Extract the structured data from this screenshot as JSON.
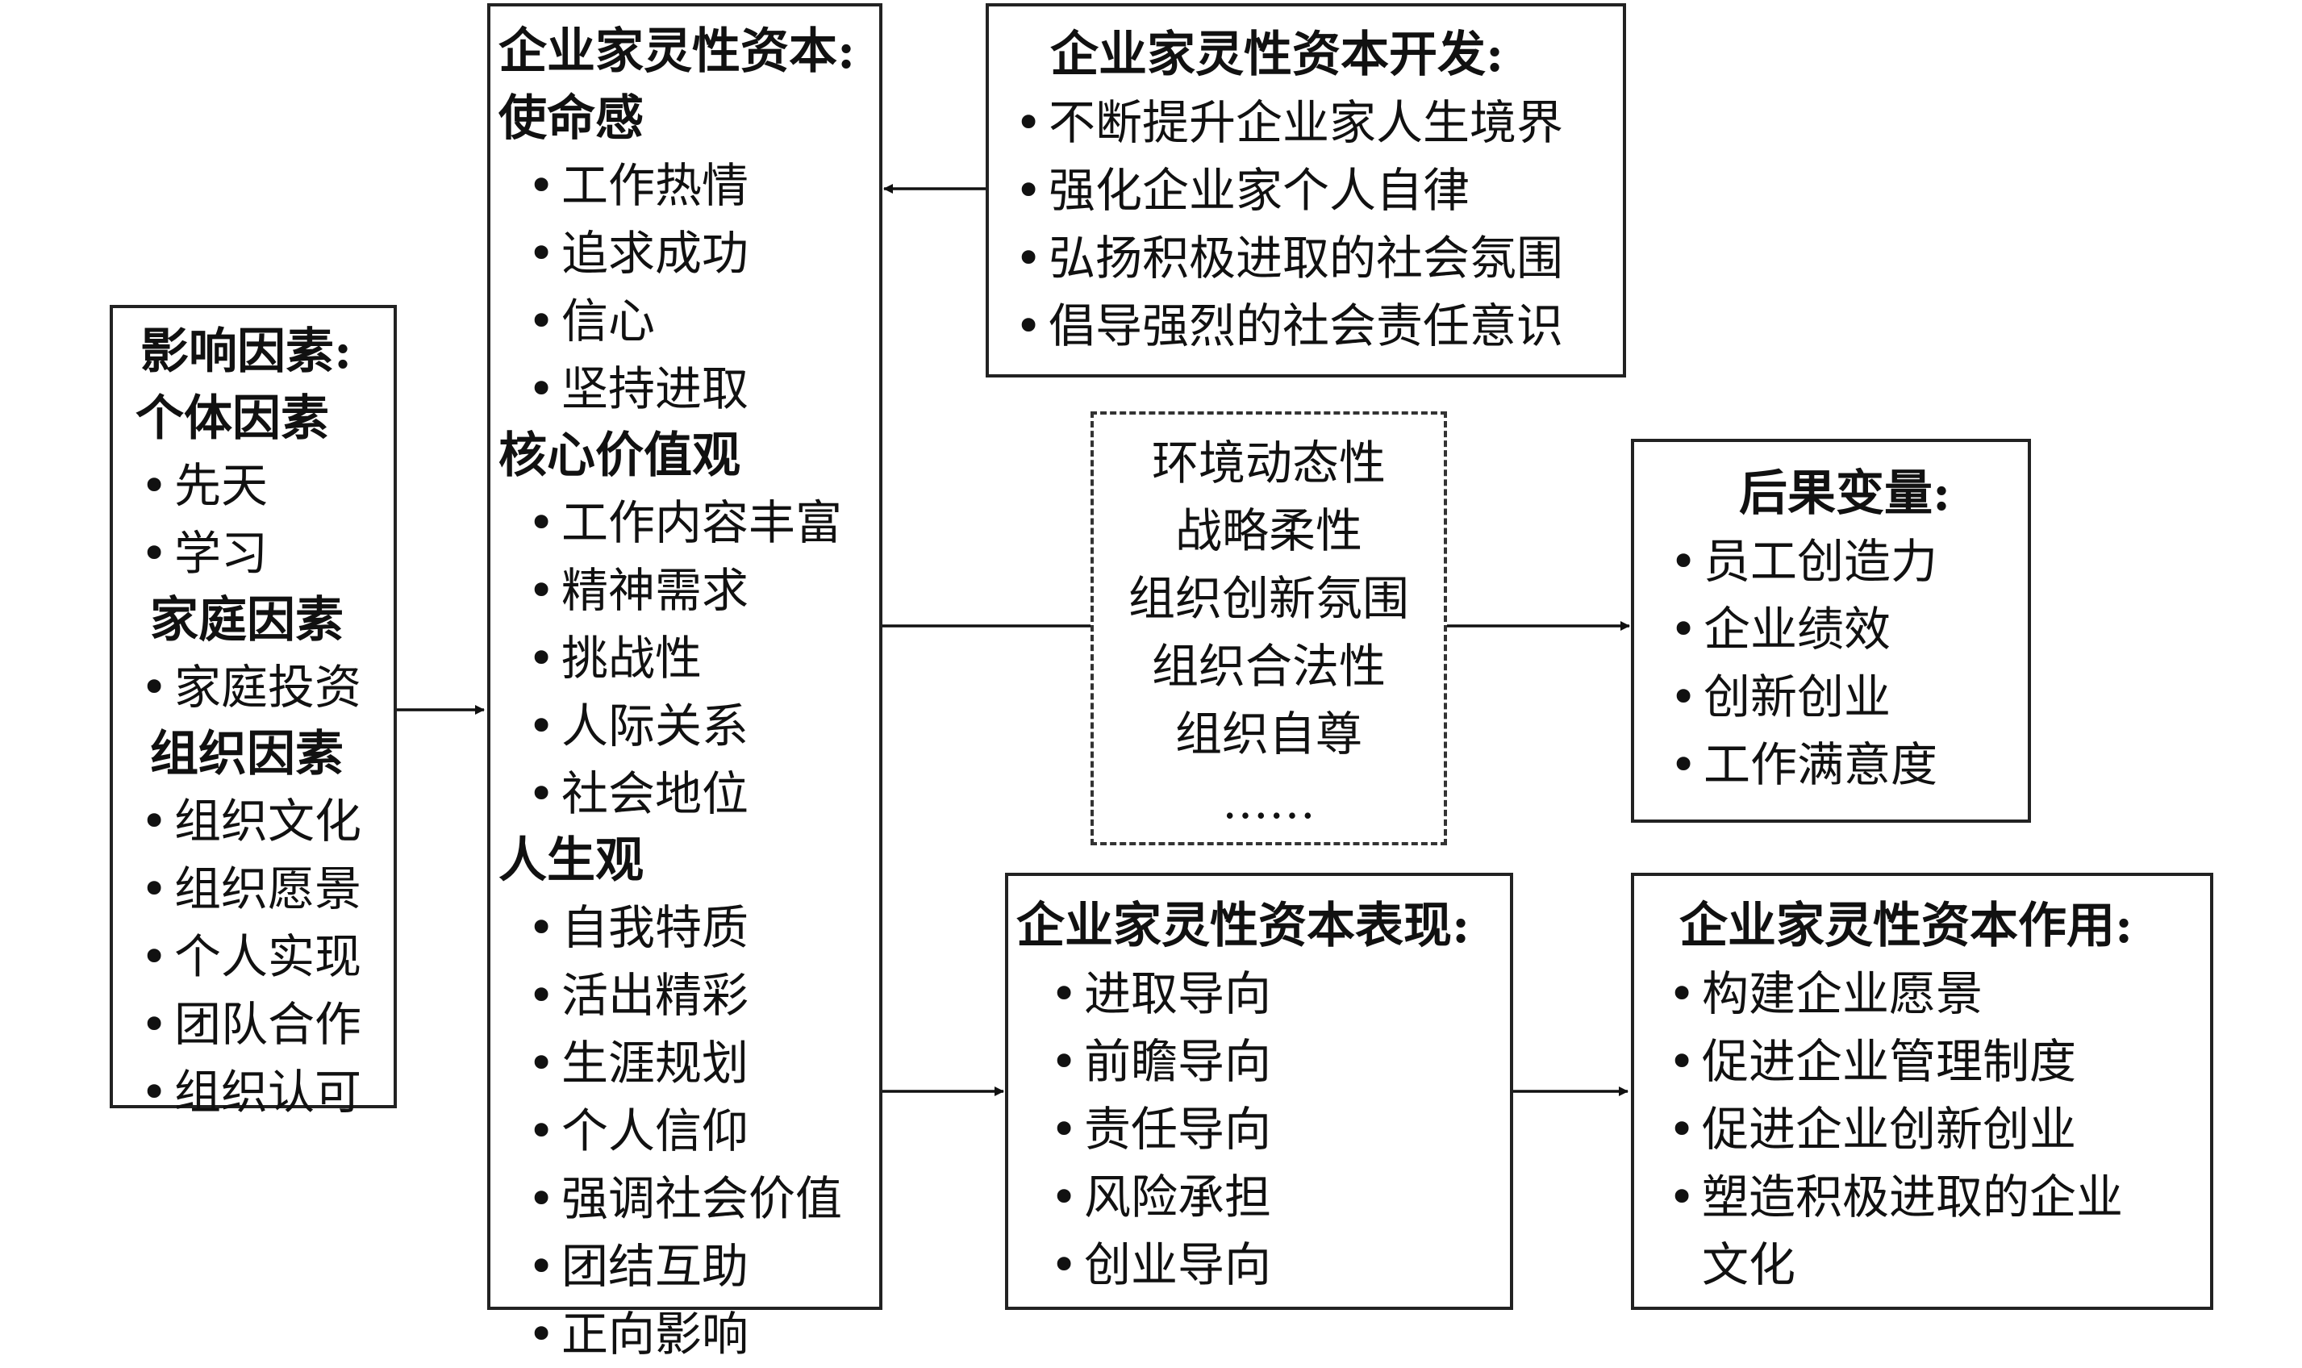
{
  "factors": {
    "title": "影响因素:",
    "groups": [
      {
        "label": "个体因素",
        "items": [
          "先天",
          "学习"
        ]
      },
      {
        "label": "家庭因素",
        "items": [
          "家庭投资"
        ]
      },
      {
        "label": "组织因素",
        "items": [
          "组织文化",
          "组织愿景",
          "个人实现",
          "团队合作",
          "组织认可"
        ]
      }
    ]
  },
  "capital": {
    "title": "企业家灵性资本:",
    "groups": [
      {
        "label": "使命感",
        "items": [
          "工作热情",
          "追求成功",
          "信心",
          "坚持进取"
        ]
      },
      {
        "label": "核心价值观",
        "items": [
          "工作内容丰富",
          "精神需求",
          "挑战性",
          "人际关系",
          "社会地位"
        ]
      },
      {
        "label": "人生观",
        "items": [
          "自我特质",
          "活出精彩",
          "生涯规划",
          "个人信仰",
          "强调社会价值",
          "团结互助",
          "正向影响"
        ]
      }
    ]
  },
  "development": {
    "title": "企业家灵性资本开发:",
    "items": [
      "不断提升企业家人生境界",
      "强化企业家个人自律",
      "弘扬积极进取的社会氛围",
      "倡导强烈的社会责任意识"
    ]
  },
  "moderators": {
    "items": [
      "环境动态性",
      "战略柔性",
      "组织创新氛围",
      "组织合法性",
      "组织自尊",
      "……"
    ]
  },
  "outcomes": {
    "title": "后果变量:",
    "items": [
      "员工创造力",
      "企业绩效",
      "创新创业",
      "工作满意度"
    ]
  },
  "performance": {
    "title": "企业家灵性资本表现:",
    "items": [
      "进取导向",
      "前瞻导向",
      "责任导向",
      "风险承担",
      "创业导向"
    ]
  },
  "effects": {
    "title": "企业家灵性资本作用:",
    "items": [
      "构建企业愿景",
      "促进企业管理制度",
      "促进企业创新创业",
      "塑造积极进取的企业",
      "文化"
    ]
  },
  "bullet_symbol": "•"
}
